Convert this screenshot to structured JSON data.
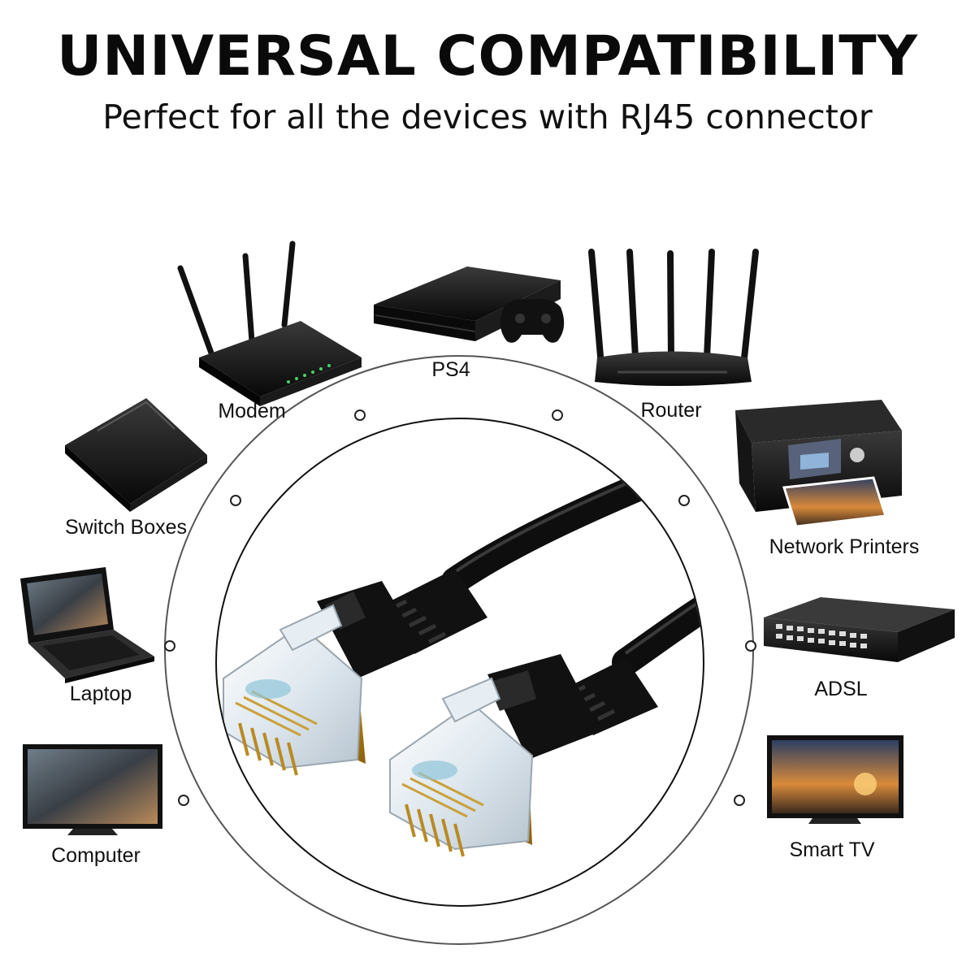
{
  "header": {
    "title": "UNIVERSAL COMPATIBILITY",
    "subtitle": "Perfect for all the devices with RJ45 connector"
  },
  "devices": [
    {
      "label": "Modem",
      "icon": "modem-icon"
    },
    {
      "label": "PS4",
      "icon": "ps4-icon"
    },
    {
      "label": "Router",
      "icon": "router-icon"
    },
    {
      "label": "Switch Boxes",
      "icon": "switch-box-icon"
    },
    {
      "label": "Network Printers",
      "icon": "printer-icon"
    },
    {
      "label": "Laptop",
      "icon": "laptop-icon"
    },
    {
      "label": "ADSL",
      "icon": "adsl-switch-icon"
    },
    {
      "label": "Computer",
      "icon": "computer-monitor-icon"
    },
    {
      "label": "Smart TV",
      "icon": "smart-tv-icon"
    }
  ],
  "colors": {
    "text": "#111111",
    "cable": "#111111",
    "connector_gold": "#d9a31f",
    "ring": "#555555"
  }
}
